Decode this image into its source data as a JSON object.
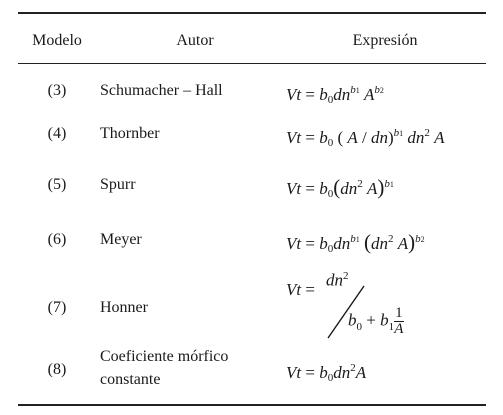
{
  "headers": {
    "modelo": "Modelo",
    "autor": "Autor",
    "expresion": "Expresión"
  },
  "rows": [
    {
      "modelo": "(3)",
      "autor": "Schumacher – Hall",
      "expresion": "Vt = b0 dn^b1 A^b2"
    },
    {
      "modelo": "(4)",
      "autor": "Thornber",
      "expresion": "Vt = b0 (A / dn)^b1 dn^2 A"
    },
    {
      "modelo": "(5)",
      "autor": "Spurr",
      "expresion": "Vt = b0 (dn^2 A)^b1"
    },
    {
      "modelo": "(6)",
      "autor": "Meyer",
      "expresion": "Vt = b0 dn^b1 (dn^2 A)^b2"
    },
    {
      "modelo": "(7)",
      "autor": "Honner",
      "expresion": "Vt = dn^2 / (b0 + b1 1/A)"
    },
    {
      "modelo": "(8)",
      "autor_line1": "Coeficiente mórfico",
      "autor_line2": "constante",
      "expresion": "Vt = b0 dn^2 A"
    }
  ],
  "symbols": {
    "vt": "Vt",
    "eq": "=",
    "b": "b",
    "dn": "dn",
    "A": "A",
    "s0": "0",
    "s1": "1",
    "s2": "2",
    "slash": "/",
    "plus": "+",
    "one": "1",
    "lp": "(",
    "rp": ")"
  }
}
